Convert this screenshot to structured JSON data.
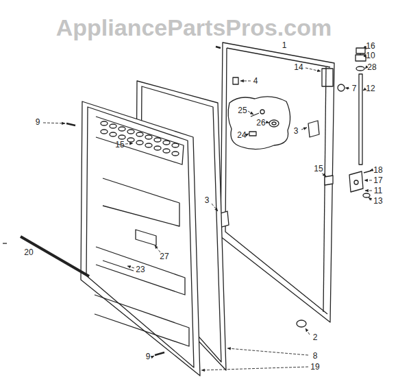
{
  "diagram": {
    "labels": [
      "AppliancePartsPros.com",
      "16",
      "1",
      "10",
      "14",
      "28",
      "4",
      "7",
      "12",
      "25",
      "26",
      "9",
      "3",
      "24",
      "15",
      "15",
      "18",
      "17",
      "11",
      "13",
      "3",
      "20",
      "27",
      "23",
      "2",
      "9",
      "8",
      "19"
    ]
  }
}
